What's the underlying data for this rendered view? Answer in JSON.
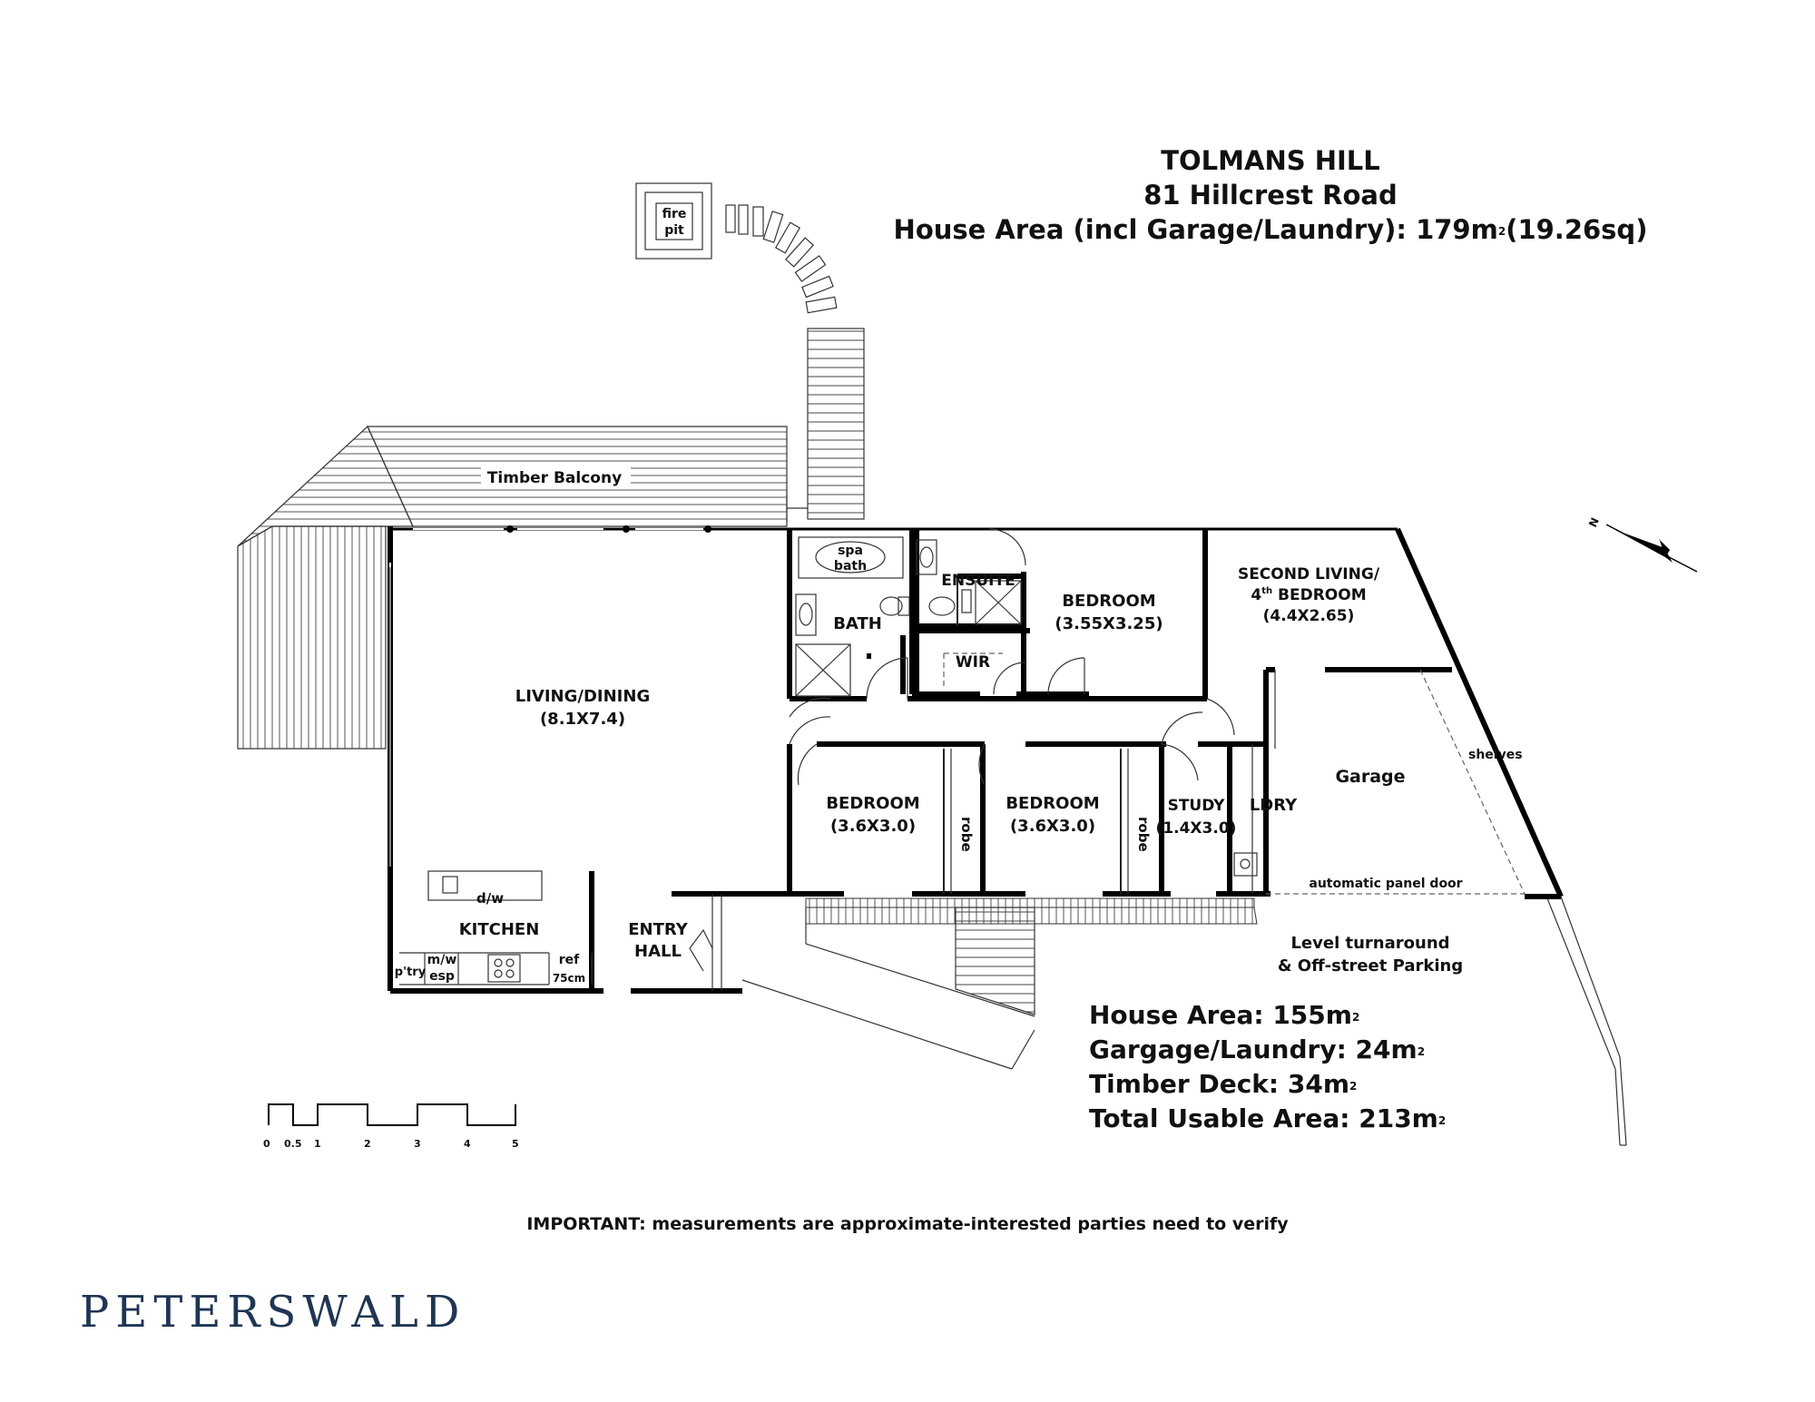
{
  "header": {
    "suburb": "TOLMANS HILL",
    "address": "81 Hillcrest Road",
    "house_area_prefix": "House Area (incl Garage/Laundry): 179m",
    "house_area_sup": "2",
    "house_area_suffix": "(19.26sq)"
  },
  "rooms": {
    "timber_balcony": "Timber Balcony",
    "fire_pit_1": "fire",
    "fire_pit_2": "pit",
    "living_name": "LIVING/DINING",
    "living_size": "(8.1X7.4)",
    "kitchen": "KITCHEN",
    "dw": "d/w",
    "mw": "m/w",
    "esp": "esp",
    "ptry": "p'try",
    "ref": "ref",
    "ref_width": "75cm",
    "entry_1": "ENTRY",
    "entry_2": "HALL",
    "spa_1": "spa",
    "spa_2": "bath",
    "bath": "BATH",
    "ensuite": "ENSUITE",
    "wir": "WIR",
    "bed_main_name": "BEDROOM",
    "bed_main_size": "(3.55X3.25)",
    "second_living_1": "SECOND LIVING/",
    "second_living_2_pre": "4",
    "second_living_2_sup": "th",
    "second_living_2_post": " BEDROOM",
    "second_living_size": "(4.4X2.65)",
    "bed2_name": "BEDROOM",
    "bed2_size": "(3.6X3.0)",
    "bed3_name": "BEDROOM",
    "bed3_size": "(3.6X3.0)",
    "robe": "robe",
    "study_name": "STUDY",
    "study_size": "(1.4X3.0)",
    "ldry": "LDRY",
    "garage": "Garage",
    "shelves": "shelves",
    "panel_door": "automatic panel door",
    "turnaround_1": "Level turnaround",
    "turnaround_2": "& Off-street Parking"
  },
  "scale_bar": {
    "ticks": [
      "0",
      "0.5",
      "1",
      "2",
      "3",
      "4",
      "5"
    ]
  },
  "areas": {
    "house_label": "House Area: 155m",
    "house_sup": "2",
    "garage_label": "Gargage/Laundry: 24m",
    "garage_sup": "2",
    "deck_label": "Timber Deck: 34m",
    "deck_sup": "2",
    "total_label": "Total Usable Area: 213m",
    "total_sup": "2"
  },
  "north_label": "N",
  "note_prefix": "IMPORTANT:",
  "note_text": " measurements are approximate-interested parties need to verify",
  "brand": "PETERSWALD"
}
